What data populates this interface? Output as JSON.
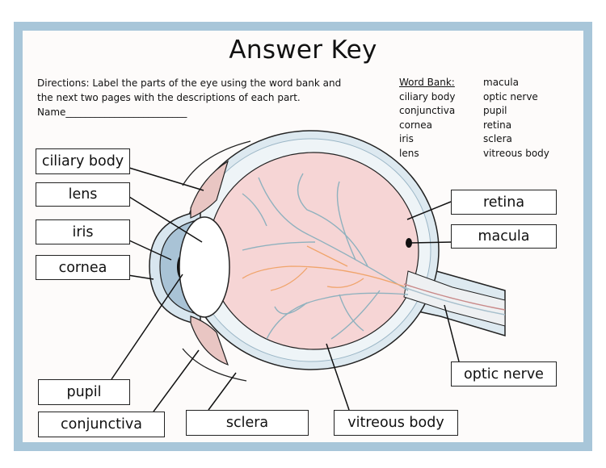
{
  "title": "Answer Key",
  "directions": {
    "line1": "Directions: Label the parts of the eye using the word bank and",
    "line2": "the next two pages with the descriptions of each part.",
    "name_line": "Name_________________________"
  },
  "word_bank": {
    "heading": "Word Bank:",
    "column1": [
      "ciliary body",
      "conjunctiva",
      "cornea",
      "iris",
      "lens"
    ],
    "column2": [
      "macula",
      "optic nerve",
      "pupil",
      "retina",
      "sclera",
      "vitreous body"
    ]
  },
  "labels": {
    "ciliary_body": "ciliary body",
    "lens": "lens",
    "iris": "iris",
    "cornea": "cornea",
    "pupil": "pupil",
    "conjunctiva": "conjunctiva",
    "sclera": "sclera",
    "vitreous_body": "vitreous body",
    "retina": "retina",
    "macula": "macula",
    "optic_nerve": "optic nerve"
  },
  "colors": {
    "frame": "#a8c6d9",
    "sclera_fill": "#dde9f0",
    "vitreous_fill": "#f6d5d5",
    "ciliary_fill": "#e9c6c3",
    "iris_fill": "#a9c3d6",
    "cornea_fill": "#d8e6ef",
    "blood_vessel": "#8fb1be",
    "vessel_orange": "#f0a46b",
    "outline": "#222222"
  }
}
